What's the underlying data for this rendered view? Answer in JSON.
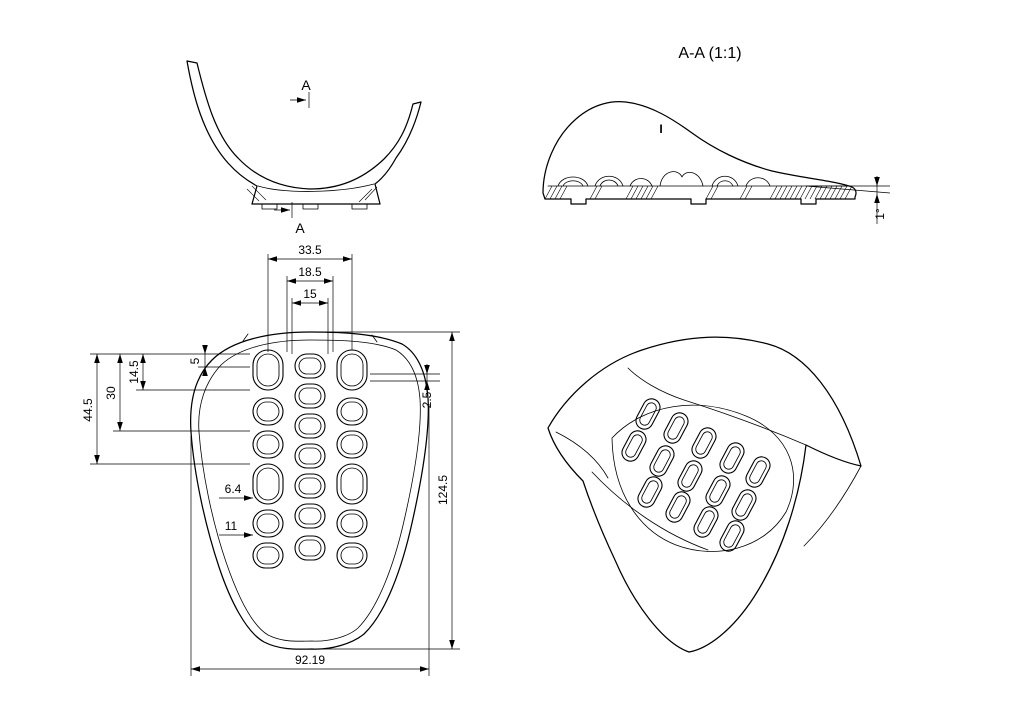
{
  "sheet": {
    "background": "#ffffff",
    "ink": "#000000"
  },
  "front_view": {
    "section_arrow_top_label": "A",
    "section_arrow_bottom_label": "A"
  },
  "section_view": {
    "title": "A-A (1:1)",
    "inner_mark": "I",
    "angle_dimension": "1°"
  },
  "top_view": {
    "dimensions": {
      "slot_group_width_outer": "33.5",
      "slot_group_width_mid": "18.5",
      "slot_width": "15",
      "offset_top": "5",
      "row_pitch_1": "14.5",
      "row_pitch_2": "30",
      "row_pitch_3": "44.5",
      "edge_offset": "2.5",
      "overall_length": "124.5",
      "slot_dim_a": "6.4",
      "slot_dim_b": "11",
      "overall_width": "92.19"
    }
  }
}
